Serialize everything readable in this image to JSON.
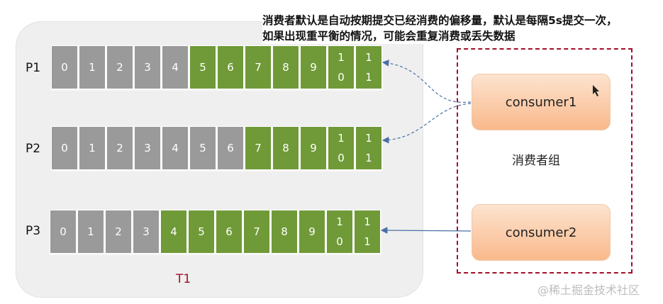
{
  "caption": {
    "line1": "消费者默认是自动按期提交已经消费的偏移量，默认是每隔5s提交一次，",
    "line2": "如果出现重平衡的情况，可能会重复消费或丢失数据"
  },
  "partitions": [
    {
      "label": "P1",
      "cells": [
        {
          "top": "0",
          "bottom": "",
          "state": "gray"
        },
        {
          "top": "1",
          "bottom": "",
          "state": "gray"
        },
        {
          "top": "2",
          "bottom": "",
          "state": "gray"
        },
        {
          "top": "3",
          "bottom": "",
          "state": "gray"
        },
        {
          "top": "4",
          "bottom": "",
          "state": "gray"
        },
        {
          "top": "5",
          "bottom": "",
          "state": "green"
        },
        {
          "top": "6",
          "bottom": "",
          "state": "green"
        },
        {
          "top": "7",
          "bottom": "",
          "state": "green"
        },
        {
          "top": "8",
          "bottom": "",
          "state": "green"
        },
        {
          "top": "9",
          "bottom": "",
          "state": "green"
        },
        {
          "top": "1",
          "bottom": "0",
          "state": "green"
        },
        {
          "top": "1",
          "bottom": "1",
          "state": "green"
        }
      ]
    },
    {
      "label": "P2",
      "cells": [
        {
          "top": "0",
          "bottom": "",
          "state": "gray"
        },
        {
          "top": "1",
          "bottom": "",
          "state": "gray"
        },
        {
          "top": "2",
          "bottom": "",
          "state": "gray"
        },
        {
          "top": "3",
          "bottom": "",
          "state": "gray"
        },
        {
          "top": "4",
          "bottom": "",
          "state": "gray"
        },
        {
          "top": "5",
          "bottom": "",
          "state": "gray"
        },
        {
          "top": "6",
          "bottom": "",
          "state": "gray"
        },
        {
          "top": "7",
          "bottom": "",
          "state": "green"
        },
        {
          "top": "8",
          "bottom": "",
          "state": "green"
        },
        {
          "top": "9",
          "bottom": "",
          "state": "green"
        },
        {
          "top": "1",
          "bottom": "0",
          "state": "green"
        },
        {
          "top": "1",
          "bottom": "1",
          "state": "green"
        }
      ]
    },
    {
      "label": "P3",
      "cells": [
        {
          "top": "0",
          "bottom": "",
          "state": "gray"
        },
        {
          "top": "1",
          "bottom": "",
          "state": "gray"
        },
        {
          "top": "2",
          "bottom": "",
          "state": "gray"
        },
        {
          "top": "3",
          "bottom": "",
          "state": "gray"
        },
        {
          "top": "4",
          "bottom": "",
          "state": "green"
        },
        {
          "top": "5",
          "bottom": "",
          "state": "green"
        },
        {
          "top": "6",
          "bottom": "",
          "state": "green"
        },
        {
          "top": "7",
          "bottom": "",
          "state": "green"
        },
        {
          "top": "8",
          "bottom": "",
          "state": "green"
        },
        {
          "top": "9",
          "bottom": "",
          "state": "green"
        },
        {
          "top": "1",
          "bottom": "0",
          "state": "green"
        },
        {
          "top": "1",
          "bottom": "1",
          "state": "green"
        }
      ]
    }
  ],
  "topic_label": "T1",
  "group": {
    "label": "消费者组",
    "consumer1": "consumer1",
    "consumer2": "consumer2"
  },
  "watermark": "@稀土掘金技术社区",
  "colors": {
    "consumed": "#9a9a9a",
    "unconsumed": "#6f9a37",
    "group_border": "#a0102a",
    "arrow": "#4a6fa5"
  },
  "icons": {
    "cursor": "mouse-pointer-icon"
  }
}
